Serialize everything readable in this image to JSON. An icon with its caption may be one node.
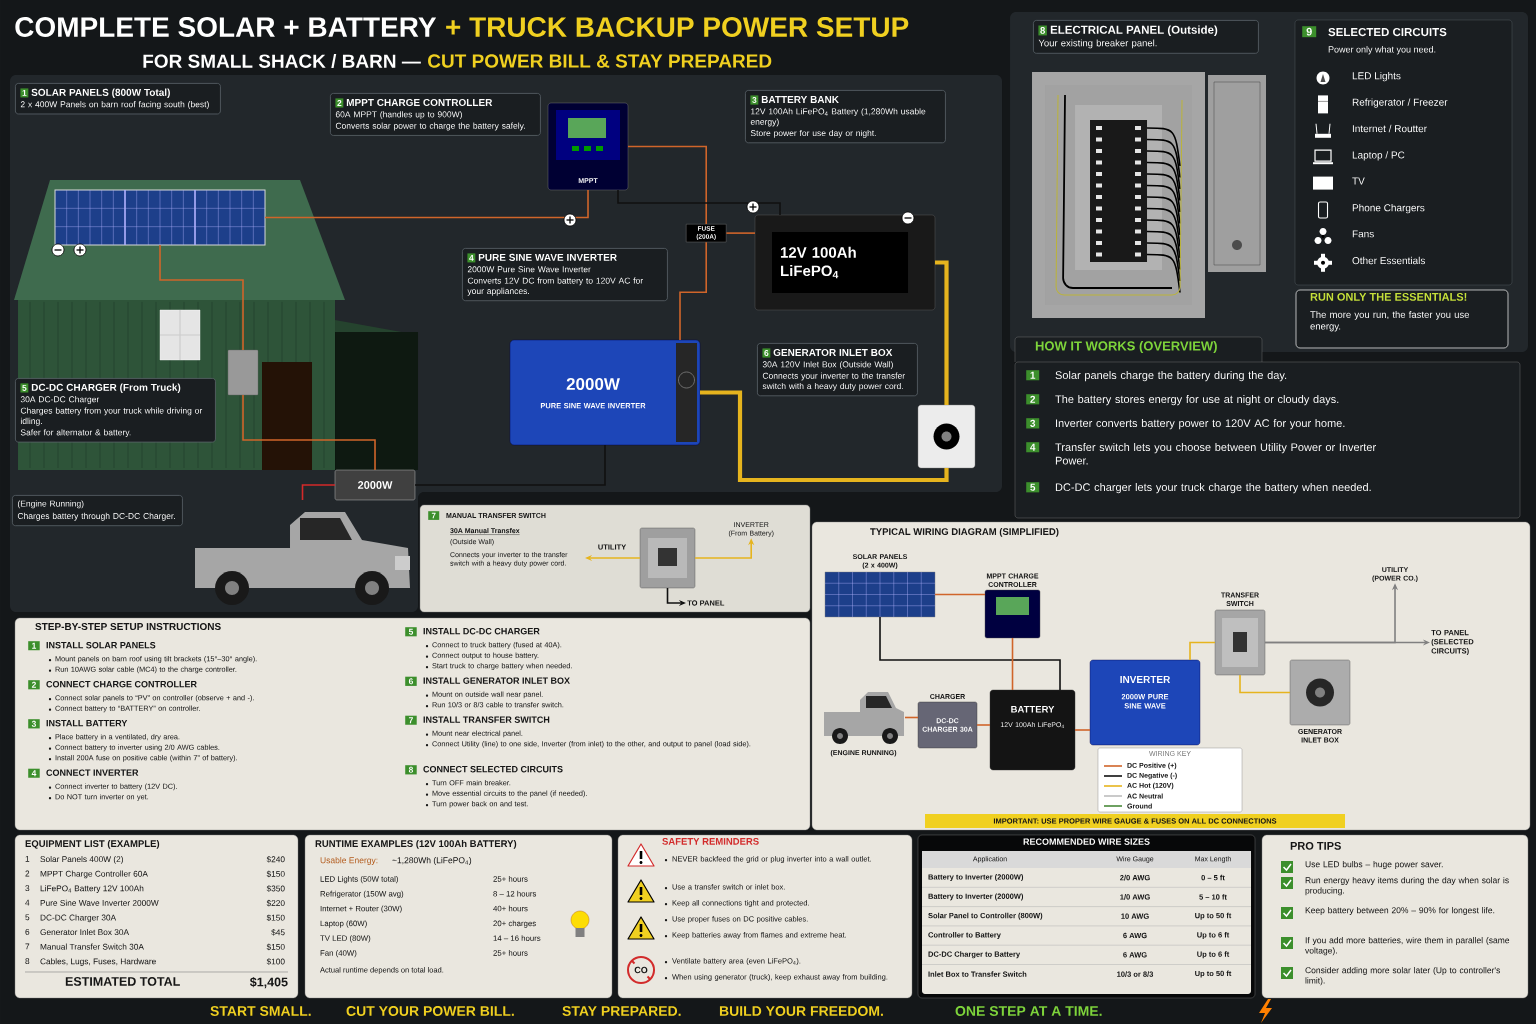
{
  "diagram": {
    "nodes": [
      {
        "text": [
          "1",
          "SOLAR PANELS (800W Total)",
          "2 x 400W Panels on barn roof facing south (best)"
        ]
      },
      {
        "text": [
          "2",
          "MPPT CHARGE CONTROLLER",
          "60A MPPT (handles up to 900W)",
          "Converts solar power to charge the battery safely."
        ]
      },
      {
        "text": [
          "3",
          "BATTERY BANK",
          "12V 100Ah LiFePO$_{4}$ Battery (1,280Wh usable energy)",
          "Store power for use day or night."
        ]
      },
      {
        "text": [
          "4",
          "PURE SINE WAVE INVERTER",
          "2000W Pure Sine Wave Inverter",
          "Converts 12V DC from battery to 120V AC for your appliances."
        ]
      },
      {
        "text": [
          "5",
          "DC-DC CHARGER (From Truck)",
          "30A DC-DC Charger",
          "Charges battery from your truck while driving or idling.",
          "Safer for alternator & battery."
        ]
      },
      {
        "text": [
          "6",
          "GENERATOR INLET BOX",
          "30A 120V Inlet Box (Outside Wall)",
          "Connects your inverter to the transfer switch with a heavy duty power cord."
        ]
      },
      {
        "text": [
          "(Engine Running)",
          "Charges battery through DC-DC Charger."
        ]
      },
      {
        "text": [],
        "shape": "picture"
      },
      {
        "text": [
          "MPPT"
        ]
      },
      {
        "text": [
          "FUSE (200A)"
        ]
      },
      {
        "text": [
          "12V 100Ah LiFePO$_{4}$"
        ]
      },
      {
        "text": [
          "2000W",
          "PURE SINE WAVE INVERTER"
        ]
      },
      {
        "text": [],
        "shape": "box"
      },
      {
        "text": [],
        "shape": "box"
      },
      {
        "text": [
          "2000W"
        ]
      },
      {
        "text": [],
        "shape": "picture"
      },
      {
        "text": [
          "8",
          "ELECTRICAL PANEL (Outside)",
          "Your existing breaker panel."
        ]
      },
      {
        "text": [
          "9",
          "SELECTED CIRCUITS",
          "Power only what you need.",
          "LED Lights",
          "Refrigerator / Freezer",
          "Internet / Routter",
          "Laptop / PC",
          "TV",
          "Phone Chargers",
          "Fans",
          "Other Essentials"
        ]
      },
      {
        "text": [
          "RUN ONLY THE ESSENTIALS!",
          "The more you run, the faster you use energy."
        ]
      },
      {
        "text": [
          "HOW IT WORKS (OVERVIEW)",
          "1",
          "Solar panels charge the battery during the day.",
          "2",
          "The battery stores energy for use at night or cloudy days.",
          "3",
          "Inverter converts battery power to 120V AC for your home.",
          "4",
          "Transfer switch lets you choose between Utility Power or Inverter Power.",
          "5",
          "DC-DC charger lets your truck charge the battery when needed."
        ]
      },
      {
        "text": [
          "7",
          "MANUAL TRANSFER SWITCH",
          "30A Manual Transfex",
          "(Outside Wall)",
          "Connects your inverter to the transfer switch with a heavy duty power cord."
        ]
      },
      {
        "text": [],
        "shape": "box",
        "in": 20
      },
      {
        "text": [
          "INVERTER (From Battery)"
        ],
        "in": 20
      },
      {
        "text": [
          "TO PANEL"
        ],
        "in": 20
      },
      {
        "text": [
          "TYPICAL WIRING DIAGRAM (SIMPLIFIED)"
        ]
      },
      {
        "text": [
          "SOLAR PANELS (2 x 400W)"
        ],
        "in": 24
      },
      {
        "text": [
          "MPPT CHARGE CONTROLLER"
        ],
        "in": 24
      },
      {
        "text": [
          "(ENGINE RUNNING)"
        ],
        "in": 24
      },
      {
        "text": [
          "CHARGER",
          "DC-DC CHARGER 30A"
        ],
        "in": 24
      },
      {
        "text": [
          "BATTERY",
          "12V 100Ah LiFePO$_{4}$"
        ],
        "in": 24
      },
      {
        "text": [
          "INVERTER",
          "2000W PURE SINE WAVE"
        ],
        "in": 24
      },
      {
        "text": [
          "TRANSFER SWITCH"
        ],
        "in": 24
      },
      {
        "text": [
          "GENERATOR INLET BOX"
        ],
        "in": 24
      },
      {
        "text": [
          "UTILITY (POWER CO.)"
        ],
        "in": 24
      },
      {
        "text": [
          "TO PANEL (SELECTED CIRCUITS)"
        ],
        "in": 24
      },
      {
        "text": [
          "WIRING KEY"
        ],
        "in": 24
      },
      {
        "text": [
          "IMPORTANT: USE PROPER WIRE GAUGE & FUSES ON ALL DC CONNECTIONS"
        ],
        "in": 24
      },
      {
        "text": [
          "STEP-BY-STEP SETUP INSTRUCTIONS",
          "1",
          "INSTALL SOLAR PANELS",
          "Mount panels on barn roof using tilt brackets (15°–30° angle).",
          "Run 10AWG solar cable (MC4) to the charge controller.",
          "2",
          "CONNECT CHARGE CONTROLLER",
          "Connect solar panels to “PV” on controller (observe + and -).",
          "Connect battery to “BATTERY” on controller.",
          "3",
          "INSTALL BATTERY",
          "Place battery in a ventilated, dry area.",
          "Connect battery to inverter using 2/0 AWG cables.",
          "Install 200A fuse on positive cable (within 7” of battery).",
          "4",
          "CONNECT INVERTER",
          "Connect inverter to battery (12V DC).",
          "Do NOT turn inverter on yet.",
          "5",
          "INSTALL DC-DC CHARGER",
          "Connect to truck battery (fused at 40A).",
          "Connect output to house battery.",
          "Start truck to charge battery when needed.",
          "6",
          "INSTALL GENERATOR INLET BOX",
          "Mount on outside wall near panel.",
          "Run 10/3 or 8/3 cable to transfer switch.",
          "7",
          "INSTALL TRANSFER SWITCH",
          "Mount near electrical panel.",
          "Connect Utility (line) to one side, Inverter (from inlet) to the other, and output to panel (load side).",
          "8",
          "CONNECT SELECTED CIRCUITS",
          "Turn OFF main breaker.",
          "Move essential circuits to the panel (if needed).",
          "Turn power back on and test."
        ]
      },
      {
        "text": [
          "EQUIPMENT LIST (EXAMPLE)",
          "1",
          "Solar Panels 400W (2)",
          "$240",
          "2",
          "MPPT Charge Controller 60A",
          "$150",
          "3",
          "LiFePO$_{4}$ Battery 12V 100Ah",
          "$350",
          "4",
          "Pure Sine Wave Inverter 2000W",
          "$220",
          "5",
          "DC-DC Charger 30A",
          "$150",
          "6",
          "Generator Inlet Box 30A",
          "$45",
          "7",
          "Manual Transfer Switch 30A",
          "$150",
          "8",
          "Cables, Lugs, Fuses, Hardware",
          "$100",
          "ESTIMATED TOTAL",
          "$1,405"
        ]
      },
      {
        "text": [
          "RUNTIME EXAMPLES (12V 100Ah BATTERY)",
          "Usable Energy:",
          "~1,280Wh (LiFePO$_{4}$)",
          "LED Lights (50W total)",
          "25+ hours",
          "Refrigerator (150W avg)",
          "8 – 12 hours",
          "Internet + Router (30W)",
          "40+ hours",
          "Laptop (60W)",
          "20+ charges",
          "TV LED (80W)",
          "14 – 16 hours",
          "Fan (40W)",
          "25+ hours",
          "Actual runtime depends on total load."
        ]
      },
      {
        "text": [
          "SAFETY REMINDERS",
          "NEVER backfeed the grid or plug inverter into a wall outlet.",
          "Use a transfer switch or inlet box.",
          "Keep all connections tight and protected.",
          "Use proper fuses on DC positive cables.",
          "Keep batteries away from flames and extreme heat.",
          "Ventilate battery area (even LiFePO$_{4}$).",
          "When using generator (truck), keep exhaust away from building."
        ]
      },
      {
        "text": [
          "RECOMMENDED WIRE SIZES",
          "Application",
          "Wire Gauge",
          "Max Length",
          "Battery to Inverter (2000W)",
          "2/0 AWG",
          "0 – 5 ft",
          "Battery to Inverter (2000W)",
          "1/0 AWG",
          "5 – 10 ft",
          "Solar Panel to Controller (800W)",
          "10 AWG",
          "Up to 50 ft",
          "Controller to Battery",
          "6 AWG",
          "Up to 6 ft",
          "DC-DC Charger to Battery",
          "6 AWG",
          "Up to 6 ft",
          "Inlet Box to Transfer Switch",
          "10/3 or 8/3",
          "Up to 50 ft"
        ]
      },
      {
        "text": [
          "PRO TIPS",
          "Use LED bulbs – huge power saver.",
          "Run energy heavy items during the day when solar is producing.",
          "Keep battery between 20% – 90% for longest life.",
          "If you add more batteries, wire them in parallel (same voltage).",
          "Consider adding more solar later (Up to controller's limit)."
        ]
      }
    ],
    "edges": [
      {
        "from": 7,
        "to": 13,
        "arrow": "none"
      },
      {
        "from": 13,
        "to": 14,
        "arrow": "none"
      },
      {
        "from": 15,
        "to": 14,
        "arrow": "none",
        "color": "#d42a2a"
      },
      {
        "from": 7,
        "to": 8,
        "arrow": "none"
      },
      {
        "from": 8,
        "to": 9,
        "arrow": "none"
      },
      {
        "from": 9,
        "to": 10,
        "arrow": "none"
      },
      {
        "from": 9,
        "to": 11,
        "arrow": "none"
      },
      {
        "from": 8,
        "to": 10,
        "arrow": "none",
        "color": "#101010"
      },
      {
        "from": 10,
        "to": 12,
        "arrow": "none",
        "style": "thick",
        "color": "#e6b41e"
      },
      {
        "from": 11,
        "to": 12,
        "arrow": "none",
        "style": "thick",
        "color": "#e6b41e"
      },
      {
        "from": 14,
        "to": 11,
        "arrow": "none",
        "color": "#101010"
      },
      {
        "from": 21,
        "to": null,
        "arrow": "to",
        "label": "UTILITY",
        "color": "#e6b41e"
      },
      {
        "from": 21,
        "to": 22,
        "arrow": "to",
        "color": "#e6b41e"
      },
      {
        "from": 21,
        "to": 23,
        "arrow": "to",
        "color": "#101010"
      },
      {
        "from": 25,
        "to": 26,
        "arrow": "none"
      },
      {
        "from": 25,
        "to": 29,
        "arrow": "none",
        "color": "#101010"
      },
      {
        "from": 26,
        "to": 29,
        "arrow": "none"
      },
      {
        "from": 27,
        "to": 28,
        "arrow": "none"
      },
      {
        "from": 28,
        "to": 29,
        "arrow": "none"
      },
      {
        "from": 29,
        "to": 30,
        "arrow": "none"
      },
      {
        "from": 30,
        "to": 31,
        "arrow": "none",
        "color": "#e6b41e"
      },
      {
        "from": 31,
        "to": 32,
        "arrow": "none",
        "color": "#e6b41e"
      },
      {
        "from": 31,
        "to": 33,
        "arrow": "to",
        "color": "#808080"
      },
      {
        "from": 31,
        "to": 34,
        "arrow": "to",
        "color": "#808080"
      }
    ],
    "labels": [
      "COMPLETE SOLAR + BATTERY",
      "+ TRUCK BACKUP POWER SETUP",
      "FOR SMALL SHACK / BARN —",
      "CUT POWER BILL & STAY PREPARED",
      "CO",
      "START SMALL.",
      "CUT YOUR POWER BILL.",
      "STAY PREPARED.",
      "BUILD YOUR FREEDOM.",
      "ONE STEP AT A TIME."
    ],
    "legend": [
      {
        "text": "DC Positive (+)"
      },
      {
        "text": "DC Negative (-)"
      },
      {
        "text": "AC Hot (120V)"
      },
      {
        "text": "AC Neutral"
      },
      {
        "text": "Ground"
      }
    ]
  }
}
